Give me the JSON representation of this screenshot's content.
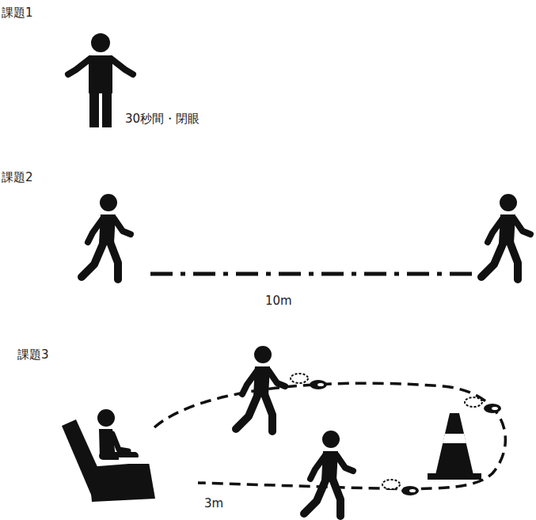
{
  "diagram": {
    "labels": [
      "課題1",
      "30秒間・閉眼",
      "課題2",
      "10m",
      "課題3",
      "3m"
    ]
  }
}
